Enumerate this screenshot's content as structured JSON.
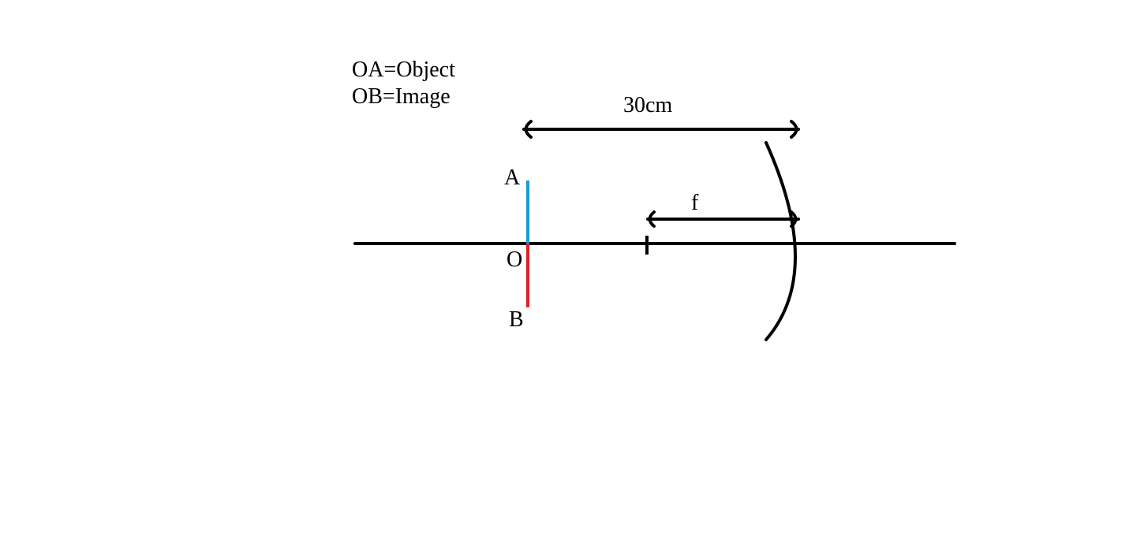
{
  "legend": {
    "line1": "OA=Object",
    "line2": "OB=Image"
  },
  "labels": {
    "distance": "30cm",
    "focal": "f",
    "point_a": "A",
    "point_o": "O",
    "point_b": "B"
  },
  "colors": {
    "object": "#1a9ad6",
    "image": "#e0202a",
    "lines": "#000000"
  }
}
